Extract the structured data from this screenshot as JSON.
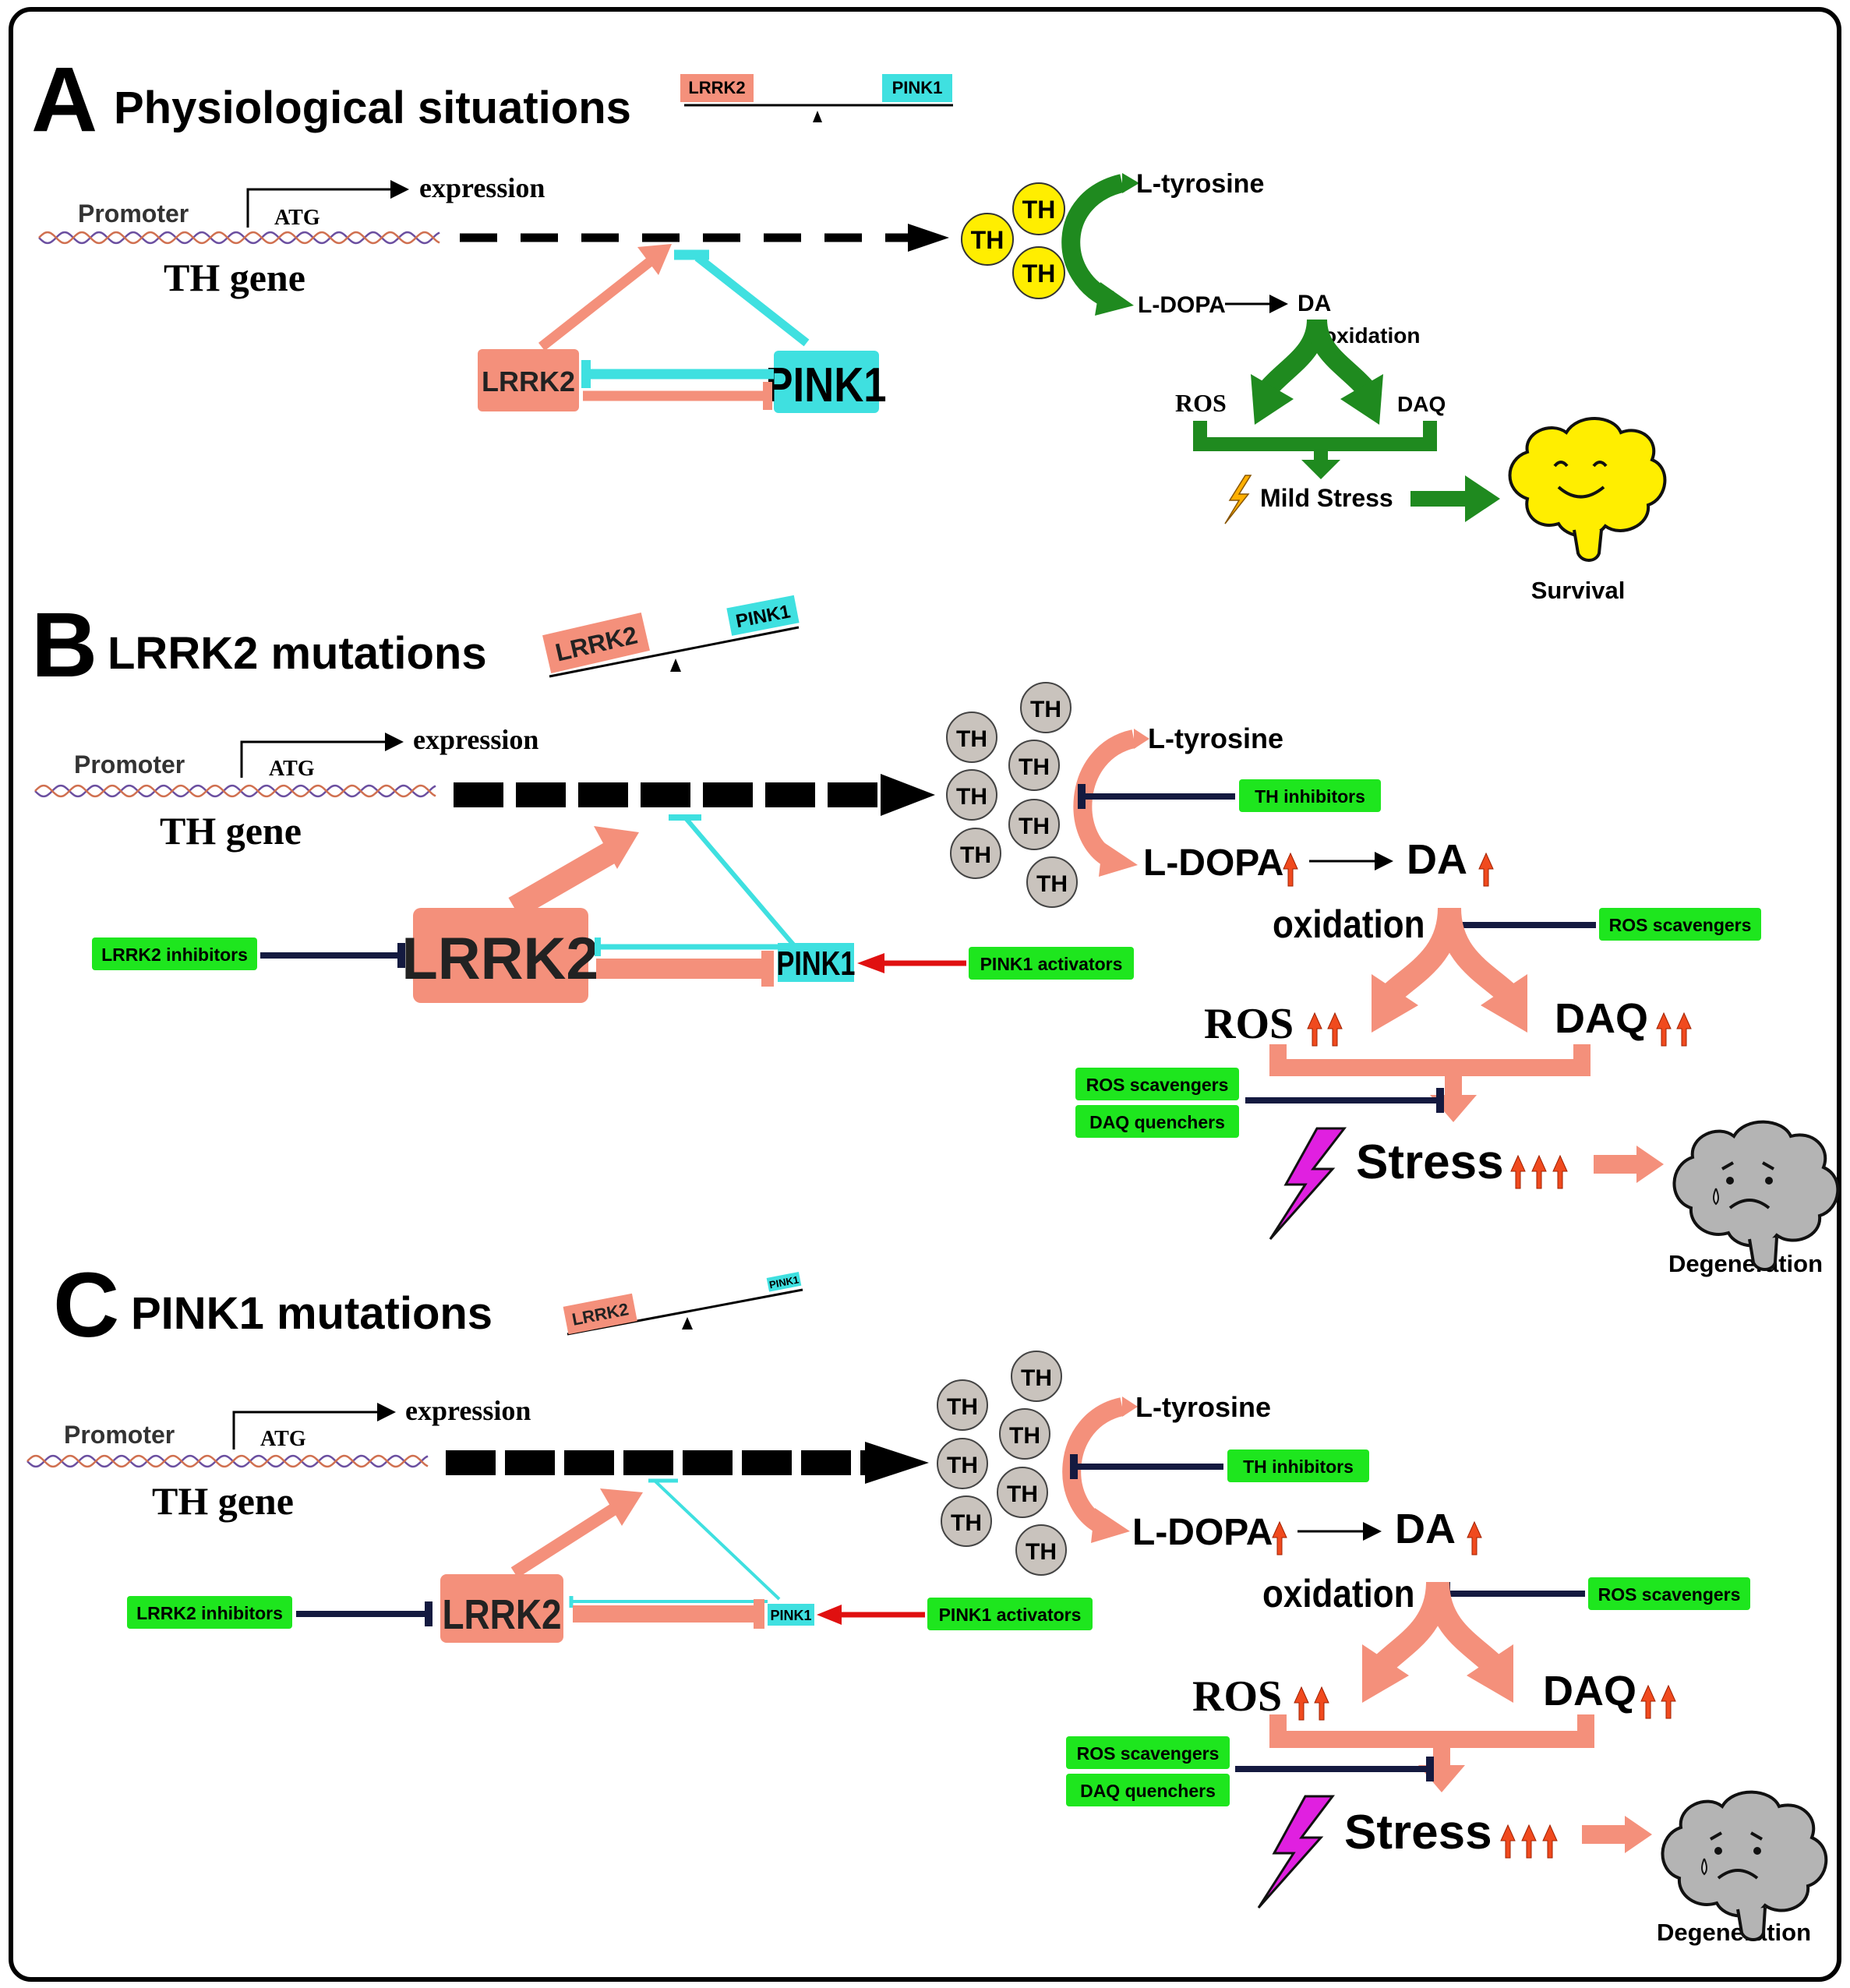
{
  "colors": {
    "salmon": "#f4907b",
    "cyan": "#3fe0e0",
    "green_box": "#1ee61e",
    "dark_green": "#1f8a1f",
    "navy": "#141a40",
    "red": "#e01010",
    "orange_up": "#f04a1e",
    "magenta": "#e020e0",
    "yellow": "#ffee00",
    "gray": "#c9c3bd"
  },
  "panel_a": {
    "letter": "A",
    "title": "Physiological situations",
    "seesaw_left": "LRRK2",
    "seesaw_right": "PINK1",
    "promoter": "Promoter",
    "atg": "ATG",
    "expression": "expression",
    "th_gene": "TH gene",
    "th": "TH",
    "lrrk2": "LRRK2",
    "pink1": "PINK1",
    "l_tyrosine": "L-tyrosine",
    "l_dopa": "L-DOPA",
    "da": "DA",
    "oxidation": "oxidation",
    "ros": "ROS",
    "daq": "DAQ",
    "stress": "Mild Stress",
    "outcome": "Survival"
  },
  "panel_b": {
    "letter": "B",
    "title": "LRRK2 mutations",
    "seesaw_left": "LRRK2",
    "seesaw_right": "PINK1",
    "promoter": "Promoter",
    "atg": "ATG",
    "expression": "expression",
    "th_gene": "TH gene",
    "th": "TH",
    "lrrk2": "LRRK2",
    "pink1": "PINK1",
    "lrrk2_inhibitors": "LRRK2 inhibitors",
    "pink1_activators": "PINK1 activators",
    "th_inhibitors": "TH inhibitors",
    "ros_scavengers": "ROS scavengers",
    "daq_quenchers": "DAQ quenchers",
    "l_tyrosine": "L-tyrosine",
    "l_dopa": "L-DOPA",
    "da": "DA",
    "oxidation": "oxidation",
    "ros": "ROS",
    "daq": "DAQ",
    "stress": "Stress",
    "outcome": "Degeneration"
  },
  "panel_c": {
    "letter": "C",
    "title": "PINK1 mutations",
    "seesaw_left": "LRRK2",
    "seesaw_right": "PINK1",
    "promoter": "Promoter",
    "atg": "ATG",
    "expression": "expression",
    "th_gene": "TH gene",
    "th": "TH",
    "lrrk2": "LRRK2",
    "pink1": "PINK1",
    "lrrk2_inhibitors": "LRRK2 inhibitors",
    "pink1_activators": "PINK1 activators",
    "th_inhibitors": "TH inhibitors",
    "ros_scavengers": "ROS scavengers",
    "daq_quenchers": "DAQ quenchers",
    "l_tyrosine": "L-tyrosine",
    "l_dopa": "L-DOPA",
    "da": "DA",
    "oxidation": "oxidation",
    "ros": "ROS",
    "daq": "DAQ",
    "stress": "Stress",
    "outcome": "Degeneration"
  }
}
